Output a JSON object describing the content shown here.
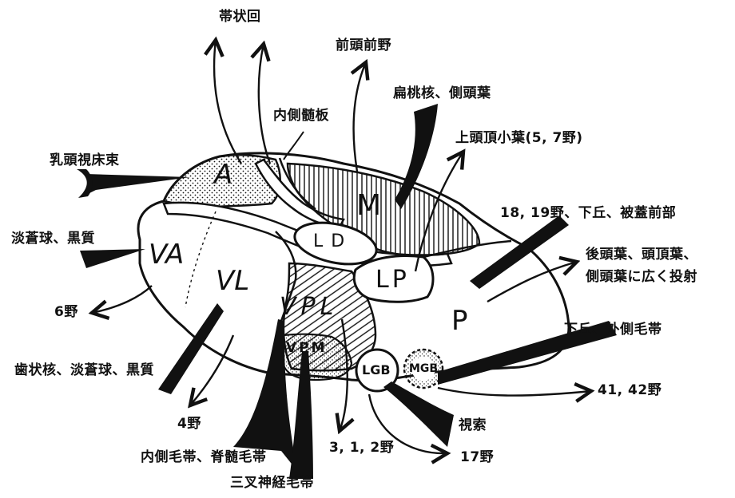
{
  "colors": {
    "ink": "#111111",
    "paper": "#ffffff"
  },
  "nuclei": {
    "A": "A",
    "M": "M",
    "LD": "LD",
    "LP": "LP",
    "P": "P",
    "VA": "VA",
    "VL": "VL",
    "VPL": "VPL",
    "VPM": "VPM",
    "LGB": "LGB",
    "MGB": "MGB"
  },
  "labels": {
    "cingulate": "帯状回",
    "prefrontal": "前頭前野",
    "internal_lamina": "内側髄板",
    "amygdala_temporal": "扁桃核、側頭葉",
    "mammillothalamic": "乳頭視床束",
    "superior_parietal": "上頭頂小葉(5, 7野)",
    "pallidum_nigra": "淡蒼球、黒質",
    "area_18_19": "18, 19野、下丘、被蓋前部",
    "occipital_spread_1": "後頭葉、頭頂葉、",
    "occipital_spread_2": "側頭葉に広く投射",
    "area6": "6野",
    "inferior_colliculus_lateral_lemniscus": "下丘、外側毛帯",
    "dentate_pallidum_nigra": "歯状核、淡蒼球、黒質",
    "area4": "4野",
    "area41_42": "41, 42野",
    "optic_tract": "視索",
    "medial_lemniscus_spinal": "内側毛帯、脊髄毛帯",
    "area312": "3, 1, 2野",
    "area17": "17野",
    "trigeminal_lemniscus": "三叉神経毛帯"
  }
}
